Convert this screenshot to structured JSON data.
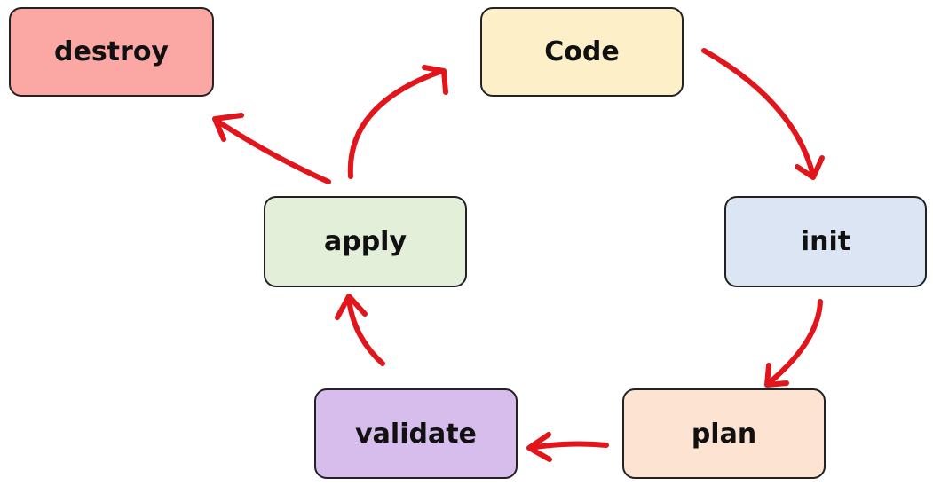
{
  "nodes": {
    "destroy": {
      "label": "destroy",
      "color": "#fba8a4"
    },
    "code": {
      "label": "Code",
      "color": "#fdf0c8"
    },
    "apply": {
      "label": "apply",
      "color": "#e4efd9"
    },
    "init": {
      "label": "init",
      "color": "#dbe5f4"
    },
    "validate": {
      "label": "validate",
      "color": "#d6bdec"
    },
    "plan": {
      "label": "plan",
      "color": "#fde4d2"
    }
  },
  "edges": [
    {
      "from": "Code",
      "to": "init"
    },
    {
      "from": "init",
      "to": "plan"
    },
    {
      "from": "plan",
      "to": "validate"
    },
    {
      "from": "validate",
      "to": "apply"
    },
    {
      "from": "apply",
      "to": "Code"
    },
    {
      "from": "apply",
      "to": "destroy"
    }
  ],
  "arrow_color": "#e0161c"
}
